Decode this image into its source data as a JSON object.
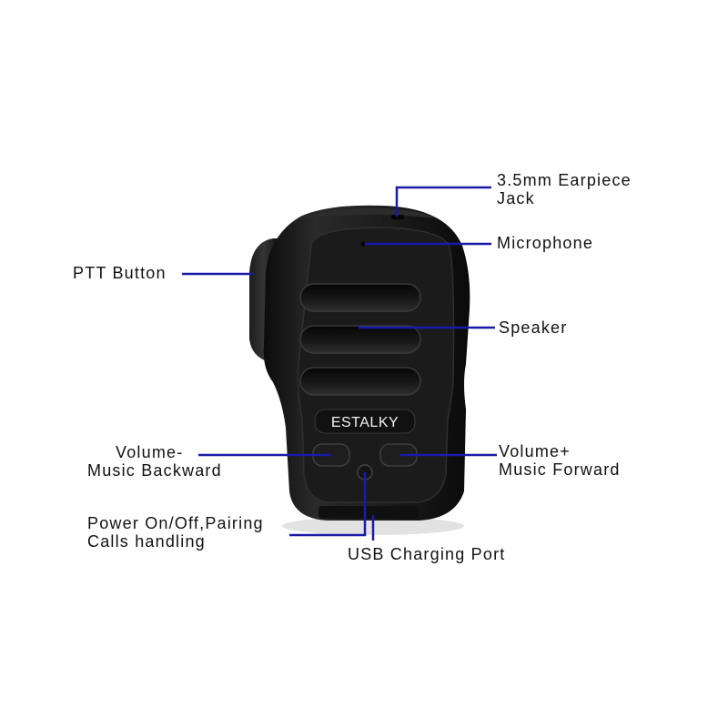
{
  "brand": {
    "logo_text": "ESTALKY"
  },
  "colors": {
    "leader_line": "#1a1aa8",
    "device_body": "#161616",
    "background": "#ffffff"
  },
  "callouts": {
    "earpiece_jack": {
      "line1": "3.5mm Earpiece",
      "line2": "Jack"
    },
    "microphone": {
      "text": "Microphone"
    },
    "ptt_button": {
      "text": "PTT Button"
    },
    "speaker": {
      "text": "Speaker"
    },
    "volume_minus": {
      "line1": "Volume-",
      "line2": "Music Backward"
    },
    "volume_plus": {
      "line1": "Volume+",
      "line2": "Music Forward"
    },
    "power": {
      "line1": "Power On/Off,Pairing",
      "line2": "Calls handling"
    },
    "usb_port": {
      "text": "USB Charging Port"
    }
  }
}
